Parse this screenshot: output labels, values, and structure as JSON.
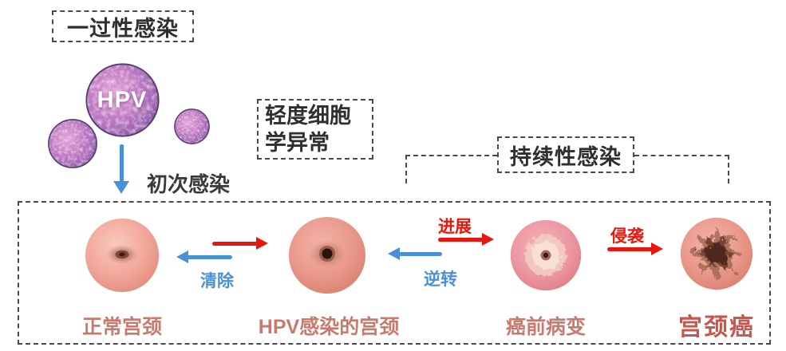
{
  "colors": {
    "red": "#e8170e",
    "blue": "#4a90d8",
    "stage_label": "#c87a6d",
    "cancer_label": "#c4584e",
    "text": "#333333",
    "border": "#4a4a4a"
  },
  "top": {
    "transient_label": "一过性感染",
    "hpv_label": "HPV",
    "initial_infection_label": "初次感染",
    "mild_abnormality_line1": "轻度细胞",
    "mild_abnormality_line2": "学异常",
    "persistent_label": "持续性感染"
  },
  "flow": {
    "stages": [
      {
        "label": "正常宫颈"
      },
      {
        "label": "HPV感染的宫颈"
      },
      {
        "label": "癌前病变"
      },
      {
        "label": "宫颈癌"
      }
    ],
    "transitions": {
      "clear_label": "清除",
      "progress_label": "进展",
      "reverse_label": "逆转",
      "invade_label": "侵袭"
    }
  }
}
